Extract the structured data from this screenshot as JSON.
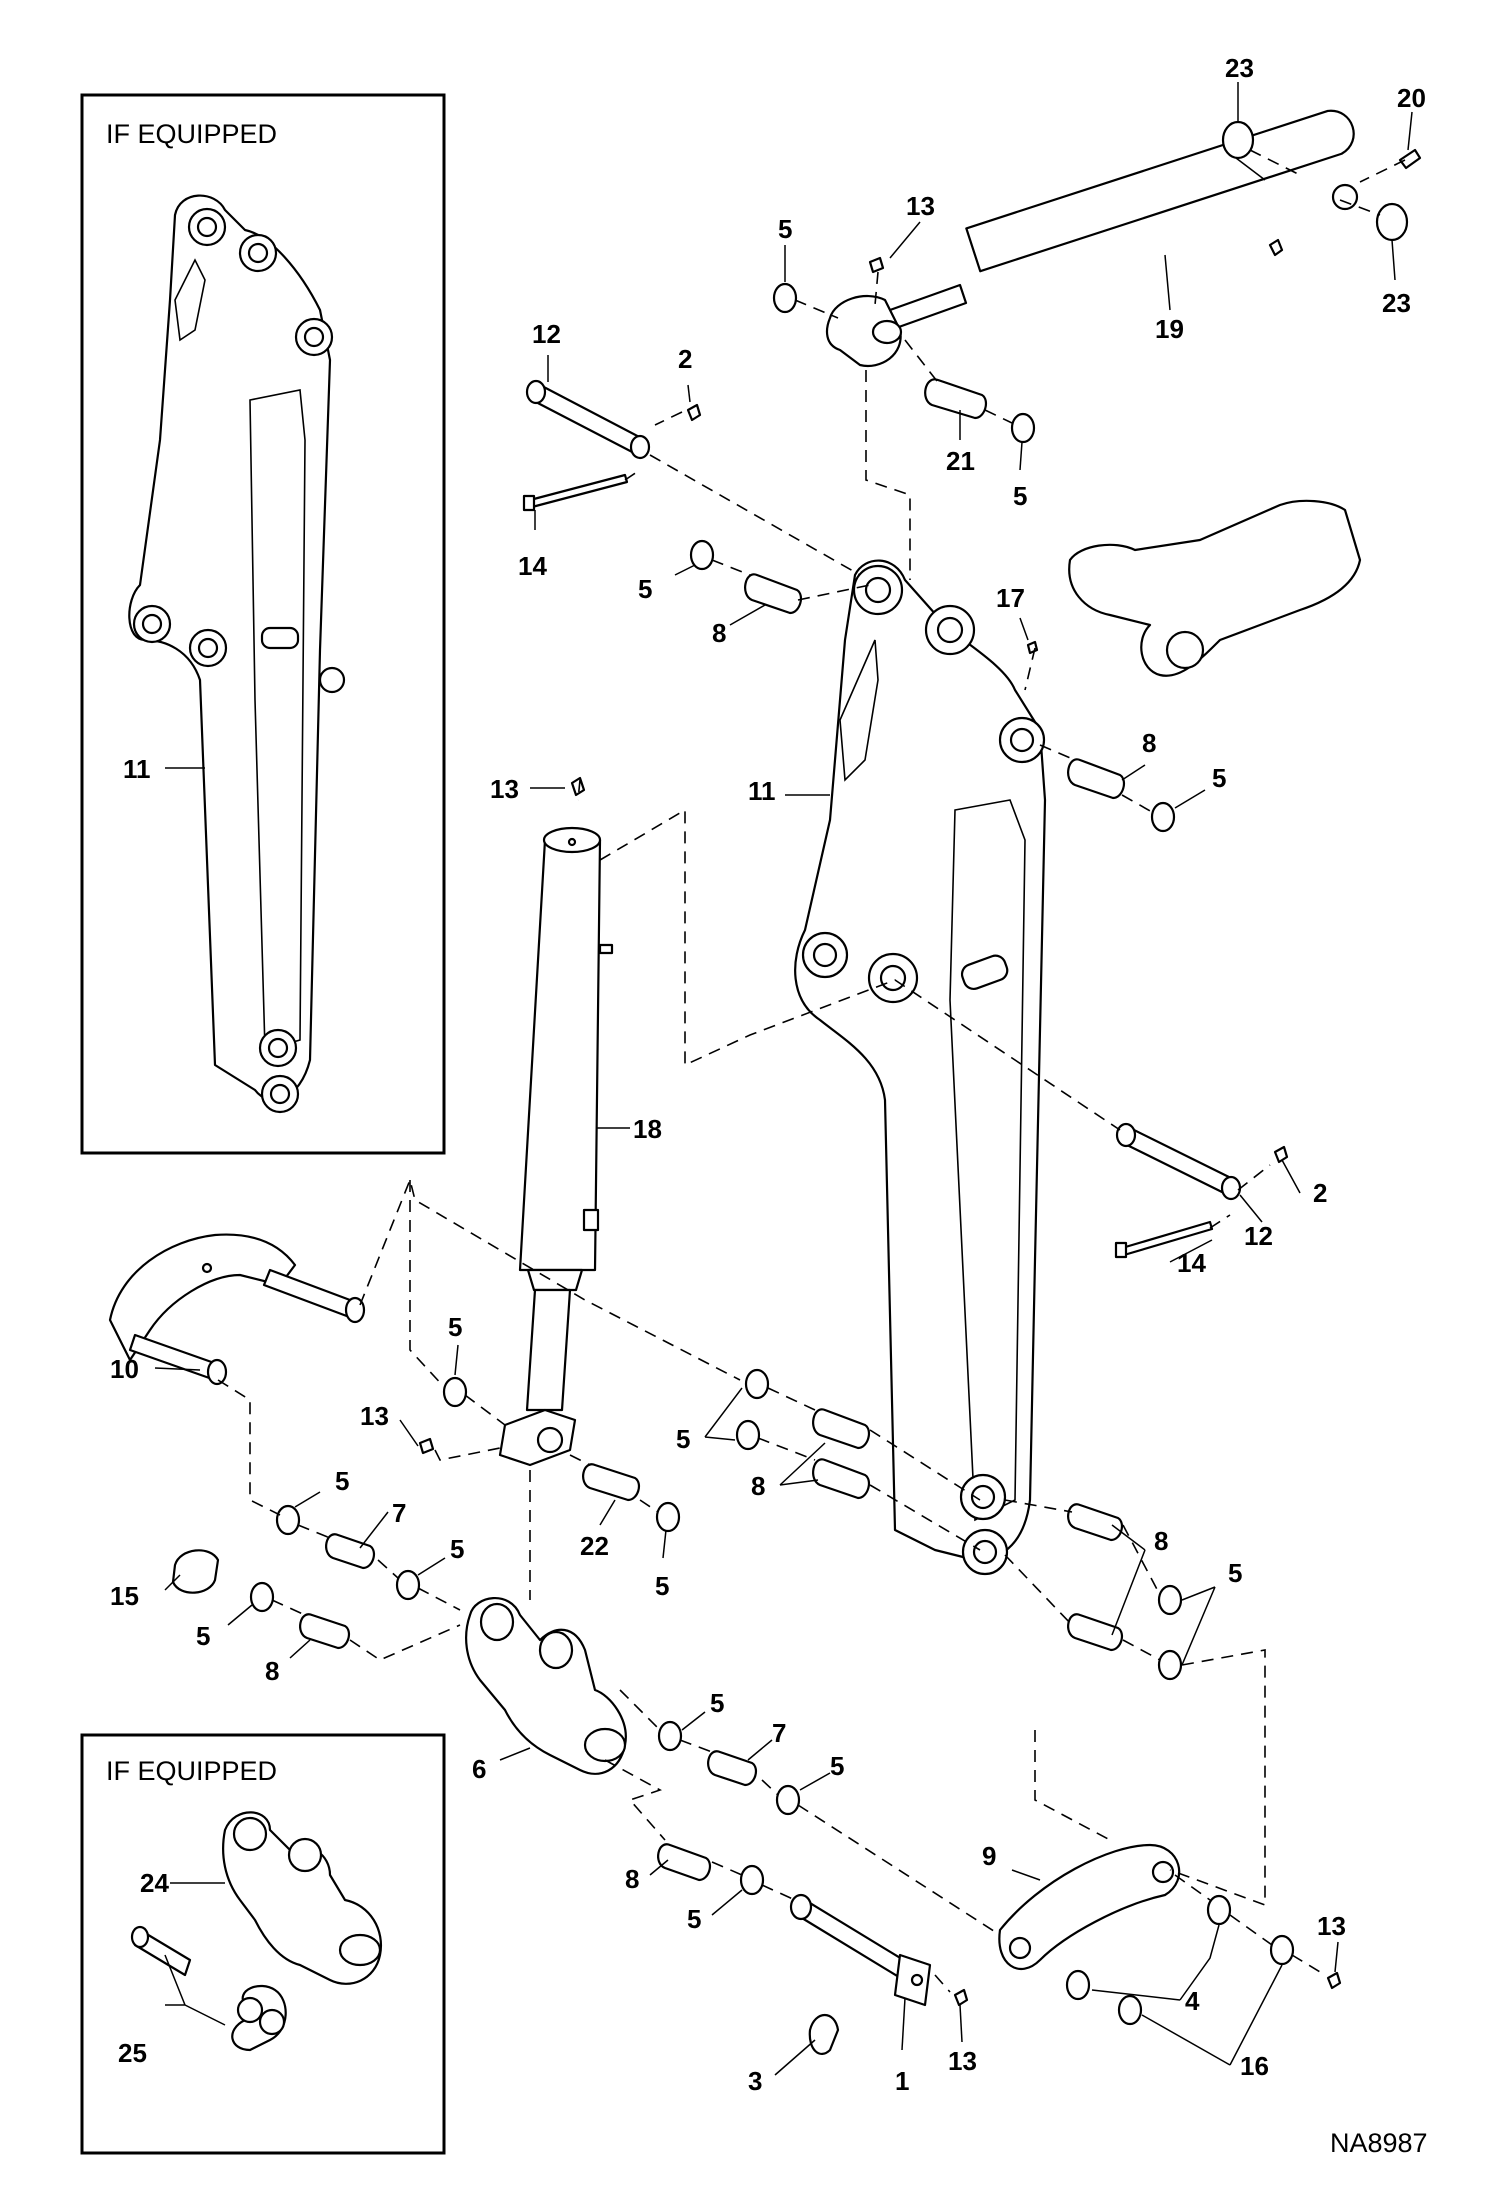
{
  "inset_top": {
    "title": "IF EQUIPPED"
  },
  "inset_bottom": {
    "title": "IF EQUIPPED"
  },
  "drawing_number": "NA8987",
  "callouts": [
    {
      "id": "c23a",
      "label": "23"
    },
    {
      "id": "c20",
      "label": "20"
    },
    {
      "id": "c23b",
      "label": "23"
    },
    {
      "id": "c19",
      "label": "19"
    },
    {
      "id": "c5a",
      "label": "5"
    },
    {
      "id": "c13a",
      "label": "13"
    },
    {
      "id": "c21",
      "label": "21"
    },
    {
      "id": "c5b",
      "label": "5"
    },
    {
      "id": "c12a",
      "label": "12"
    },
    {
      "id": "c2a",
      "label": "2"
    },
    {
      "id": "c14a",
      "label": "14"
    },
    {
      "id": "c5c",
      "label": "5"
    },
    {
      "id": "c8a",
      "label": "8"
    },
    {
      "id": "c17",
      "label": "17"
    },
    {
      "id": "c11b",
      "label": "11"
    },
    {
      "id": "c8b",
      "label": "8"
    },
    {
      "id": "c5d",
      "label": "5"
    },
    {
      "id": "c11a",
      "label": "11"
    },
    {
      "id": "c13b",
      "label": "13"
    },
    {
      "id": "c18",
      "label": "18"
    },
    {
      "id": "c2b",
      "label": "2"
    },
    {
      "id": "c12b",
      "label": "12"
    },
    {
      "id": "c14b",
      "label": "14"
    },
    {
      "id": "c10",
      "label": "10"
    },
    {
      "id": "c5e",
      "label": "5"
    },
    {
      "id": "c13c",
      "label": "13"
    },
    {
      "id": "c5f",
      "label": "5"
    },
    {
      "id": "c8c",
      "label": "8"
    },
    {
      "id": "c22",
      "label": "22"
    },
    {
      "id": "c5g",
      "label": "5"
    },
    {
      "id": "c5h",
      "label": "5"
    },
    {
      "id": "c7a",
      "label": "7"
    },
    {
      "id": "c5i",
      "label": "5"
    },
    {
      "id": "c15",
      "label": "15"
    },
    {
      "id": "c5j",
      "label": "5"
    },
    {
      "id": "c8d",
      "label": "8"
    },
    {
      "id": "c8e",
      "label": "8"
    },
    {
      "id": "c5k",
      "label": "5"
    },
    {
      "id": "c6",
      "label": "6"
    },
    {
      "id": "c5l",
      "label": "5"
    },
    {
      "id": "c7b",
      "label": "7"
    },
    {
      "id": "c5m",
      "label": "5"
    },
    {
      "id": "c8f",
      "label": "8"
    },
    {
      "id": "c5n",
      "label": "5"
    },
    {
      "id": "c9",
      "label": "9"
    },
    {
      "id": "c13d",
      "label": "13"
    },
    {
      "id": "c4",
      "label": "4"
    },
    {
      "id": "c16",
      "label": "16"
    },
    {
      "id": "c3",
      "label": "3"
    },
    {
      "id": "c1",
      "label": "1"
    },
    {
      "id": "c13e",
      "label": "13"
    },
    {
      "id": "c24",
      "label": "24"
    },
    {
      "id": "c25",
      "label": "25"
    }
  ]
}
